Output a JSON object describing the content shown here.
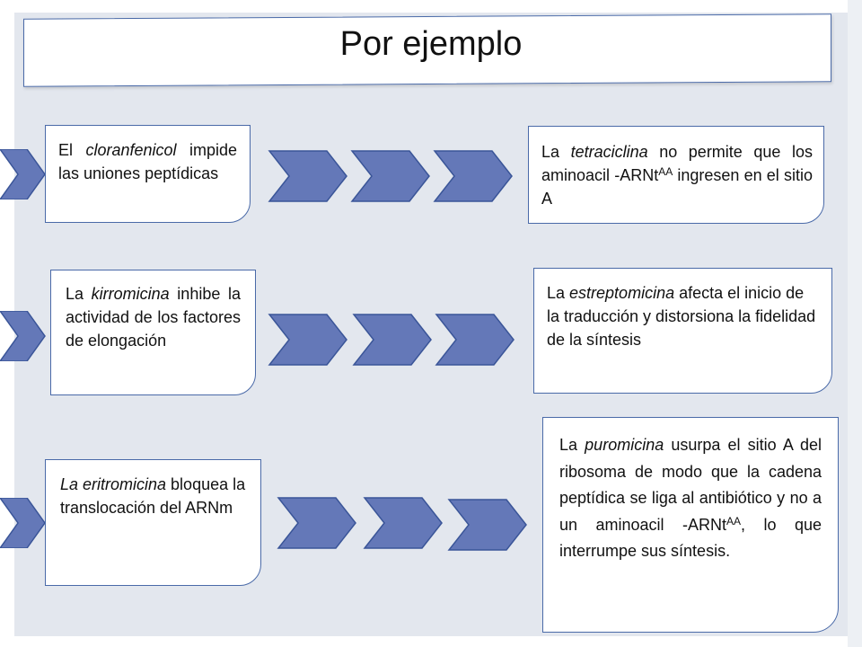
{
  "title": "Por ejemplo",
  "colors": {
    "chevron_fill": "#6478b8",
    "chevron_stroke": "#3a5598",
    "card_border": "#4a6aa8",
    "background": "#e3e7ee"
  },
  "rows": [
    {
      "left": {
        "before": "El ",
        "drug": "cloranfenicol",
        "after": " impide las uniones peptídicas"
      },
      "right": {
        "before": "La ",
        "drug": "tetraciclina",
        "after": " no permite que los aminoacil -ARNt",
        "sup": "AA",
        "tail": " ingresen en el sitio A"
      }
    },
    {
      "left": {
        "before": "La ",
        "drug": "kirromicina",
        "after": " inhibe la actividad de los factores de elongación"
      },
      "right": {
        "before": "La ",
        "drug": "estreptomicina",
        "after": " afecta el inicio de la traducción y distorsiona la fidelidad de la síntesis"
      }
    },
    {
      "left": {
        "drug": "La eritromicina",
        "after": " bloquea la translocación del ARNm"
      },
      "right": {
        "before": "La ",
        "drug": "puromicina",
        "after": " usurpa el sitio A del ribosoma de modo que la cadena peptídica se liga al antibiótico y no a un aminoacil -ARNt",
        "sup": "AA",
        "tail": ", lo que interrumpe sus síntesis."
      }
    }
  ]
}
